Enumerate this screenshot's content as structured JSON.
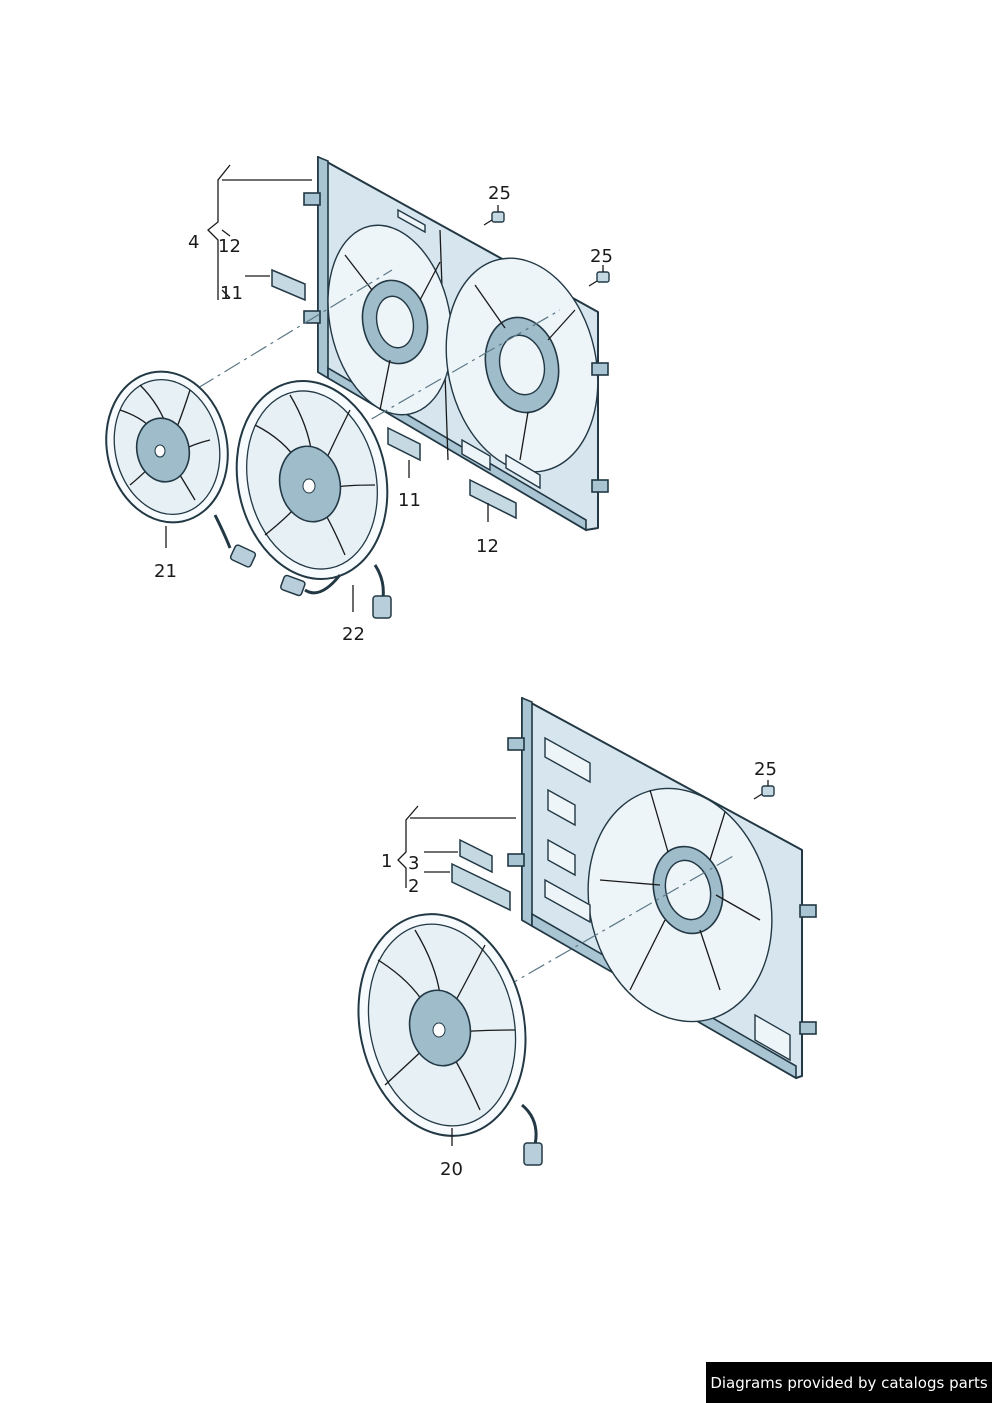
{
  "diagram": {
    "upper_assembly": {
      "callouts": [
        {
          "id": "c4",
          "label": "4"
        },
        {
          "id": "c12a",
          "label": "12"
        },
        {
          "id": "c11a",
          "label": "11"
        },
        {
          "id": "c25a",
          "label": "25"
        },
        {
          "id": "c25b",
          "label": "25"
        },
        {
          "id": "c11b",
          "label": "11"
        },
        {
          "id": "c12b",
          "label": "12"
        },
        {
          "id": "c21",
          "label": "21"
        },
        {
          "id": "c22",
          "label": "22"
        }
      ]
    },
    "lower_assembly": {
      "callouts": [
        {
          "id": "c25c",
          "label": "25"
        },
        {
          "id": "c1",
          "label": "1"
        },
        {
          "id": "c3",
          "label": "3"
        },
        {
          "id": "c2",
          "label": "2"
        },
        {
          "id": "c20",
          "label": "20"
        }
      ]
    }
  },
  "footer": {
    "text": "Diagrams provided by catalogs parts"
  },
  "colors": {
    "frame_fill": "#d7e6ee",
    "outline": "#223844",
    "footer_bg": "#000000",
    "footer_text": "#ffffff"
  }
}
